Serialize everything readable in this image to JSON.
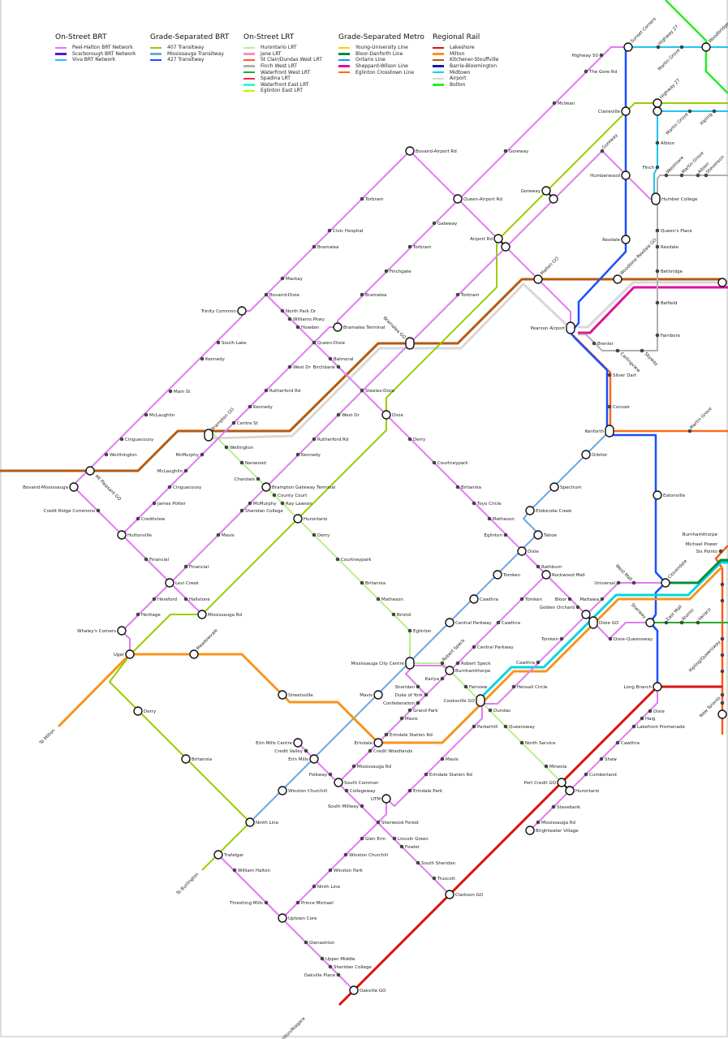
{
  "legend": [
    {
      "title": "On-Street BRT",
      "items": [
        {
          "label": "Peel-Halton BRT Network",
          "color": "#e07cf0"
        },
        {
          "label": "Scarborough BRT Network",
          "color": "#5b14c8"
        },
        {
          "label": "Viva BRT Network",
          "color": "#22c4f0"
        }
      ]
    },
    {
      "title": "Grade-Separated BRT",
      "items": [
        {
          "label": "407 Transitway",
          "color": "#99cc00"
        },
        {
          "label": "Mississauga Transitway",
          "color": "#6fa8dc"
        },
        {
          "label": "427 Transitway",
          "color": "#1a4fff"
        }
      ]
    },
    {
      "title": "On-Street LRT",
      "items": [
        {
          "label": "Hurontario LRT",
          "color": "#b4f08c"
        },
        {
          "label": "Jane LRT",
          "color": "#ff88c8"
        },
        {
          "label": "St Clair/Dundas West LRT",
          "color": "#ff5a1f"
        },
        {
          "label": "Finch West LRT",
          "color": "#b0b0b0"
        },
        {
          "label": "Waterfront West LRT",
          "color": "#2aab2a"
        },
        {
          "label": "Spadina LRT",
          "color": "#ff2255"
        },
        {
          "label": "Waterfront East LRT",
          "color": "#33ffcc"
        },
        {
          "label": "Eglinton East LRT",
          "color": "#c8f000"
        }
      ]
    },
    {
      "title": "Grade-Separated Metro",
      "items": [
        {
          "label": "Young-University Line",
          "color": "#ffcc00"
        },
        {
          "label": "Bloor-Danforth Line",
          "color": "#0a8a3a"
        },
        {
          "label": "Ontario Line",
          "color": "#1e90ff"
        },
        {
          "label": "Sheppard-Wilson Line",
          "color": "#e0109a"
        },
        {
          "label": "Eglinton Crosstown Line",
          "color": "#ff6a1a"
        }
      ]
    },
    {
      "title": "Regional Rail",
      "items": [
        {
          "label": "Lakeshore",
          "color": "#dd1111"
        },
        {
          "label": "Milton",
          "color": "#f7941d"
        },
        {
          "label": "Kitchener-Stouffville",
          "color": "#b35a10"
        },
        {
          "label": "Barrie-Bloomington",
          "color": "#1a1ab0"
        },
        {
          "label": "Midtown",
          "color": "#00d6e0"
        },
        {
          "label": "Airport",
          "color": "#d8d8d8"
        },
        {
          "label": "Bolton",
          "color": "#22ee22"
        }
      ]
    }
  ],
  "destinations": [
    "To Milton",
    "To Burlington",
    "To Hamilton/Niagara"
  ],
  "stations": [
    "Sunset Corners",
    "Highway 50",
    "The Gore Rd",
    "McVean",
    "Highway 27",
    "Martin Grove",
    "Woodbridge",
    "Claireville",
    "Highway 27",
    "Martin Grove",
    "Kipling",
    "Albion",
    "Finch",
    "Westmore",
    "Martin Grove",
    "Albion",
    "Stevenson",
    "Goreway",
    "Humberwood",
    "Humber College",
    "Goreway",
    "Queen's Place",
    "Rexdale",
    "Rexdale",
    "Bethridge",
    "Malton GO",
    "Woodbine Rexdale GO",
    "Belfield",
    "Pearson Airport",
    "Farnboro",
    "Brenler",
    "Carlingview",
    "Skyway",
    "Silver Dart",
    "Convair",
    "Kenforth",
    "Martin Grove",
    "Orbitor",
    "Spectrum",
    "Etobicoke Creek",
    "Tahoe",
    "Eatonville",
    "Bovaird-Airport Rd",
    "Goreway",
    "Torbram",
    "Queen-Airport Rd",
    "Gateway",
    "Civic Hospital",
    "Torbram",
    "Airport Rd",
    "Bramalea",
    "Finchgate",
    "Mackay",
    "Bovaird-Dixie",
    "Bramalea",
    "Torbram",
    "Trinity Common",
    "North Park Dr",
    "Williams Pkwy",
    "Howden",
    "Bramalea Terminal",
    "Bramalea GO",
    "Queen-Dixie",
    "South Lake",
    "Kennedy",
    "Balmoral",
    "West Dr",
    "Birchbank",
    "Main St",
    "Rutherford Rd",
    "Steeles-Dixie",
    "Kennedy",
    "McLaughlin",
    "Dixie",
    "West Dr",
    "Centre St",
    "Brampton GO",
    "Cinguacousy",
    "Derry",
    "Rutherford Rd",
    "Wellington",
    "Worthington",
    "McMurphy",
    "Kennedy",
    "Nanwood",
    "Courtneypark",
    "Mt Pleasant GO",
    "McLaughlin",
    "Charolais",
    "Bovaird-Mississauga",
    "Cinguacousy",
    "Brampton Gateway Terminal",
    "Britannia",
    "County Court",
    "James Potter",
    "McMurphy",
    "Ray Lawson",
    "Toyo Circle",
    "Credit Ridge Commons",
    "Sheridan College",
    "Creditview",
    "Hurontario",
    "Matheson",
    "Huttonville",
    "Mavis",
    "Derry",
    "Eglinton",
    "Dixie",
    "Financial",
    "Courtneypark",
    "Financial",
    "Rathburn",
    "Tomken",
    "Rockwood Mall",
    "Levi Creek",
    "Britannia",
    "Universal",
    "West Mall",
    "Clovendale",
    "Hereford",
    "Hallstone",
    "Tomken",
    "Cawthra",
    "Matheson",
    "Bloor",
    "Mattawa",
    "Golden Orchard",
    "Heritage",
    "Mississauga Rd",
    "Bristol",
    "Dixie GO",
    "Sherway",
    "East Mall",
    "Atomic",
    "Vanaco",
    "Whaley's Corners",
    "Eglinton",
    "Central Parkway",
    "Cawthra",
    "Tomken",
    "Dixie-Queensway",
    "Central Parkway",
    "Ugar",
    "Meadowvale",
    "Mississauga City Centre",
    "Robert Speck",
    "Robert Speck",
    "Cawthra",
    "Burnhamthorpe",
    "Karlya",
    "Sheridan",
    "Fairview",
    "Hensall Circle",
    "Long Branch",
    "Streetsville",
    "Mavis",
    "Duke of York",
    "Confederation",
    "Cooksville GO",
    "Grand Park",
    "Dundas",
    "Derry",
    "Dixie",
    "Mavis",
    "Haig",
    "Parkerhill",
    "Queensway",
    "Lakefront Promenade",
    "Erindale Station Rd",
    "Erin Mills Centre",
    "Erindale",
    "North Service",
    "Cawthra",
    "Credit Valley",
    "Credit Woodlands",
    "Erin Mills",
    "Britannia",
    "Mavis",
    "Shaw",
    "Mississauga Rd",
    "Mineola",
    "Folkway",
    "Erindale Station Rd",
    "Cumberland",
    "South Common",
    "Port Credit GO",
    "Collegeway",
    "Winston Churchill",
    "Erindale Park",
    "Hurontario",
    "UTM",
    "South Millway",
    "Stavebank",
    "Sherwood Forest",
    "Ninth Line",
    "Mississauga Rd",
    "Glen Erin",
    "Lincoln Green",
    "Brightwater Village",
    "Fowler",
    "Trafalgar",
    "Winston Churchill",
    "South Sheridan",
    "William Halton",
    "Winston Park",
    "Truscott",
    "Ninth Line",
    "Clarkson GO",
    "Threshing Mills",
    "Prince Michael",
    "Uptown Core",
    "Glenashton",
    "Upper Middle",
    "Sheridan College",
    "Oakville Place",
    "Oakville GO",
    "Burnhamthorpe",
    "Michael Power",
    "Six Points",
    "Kipling/Queensway",
    "New Toronto"
  ]
}
